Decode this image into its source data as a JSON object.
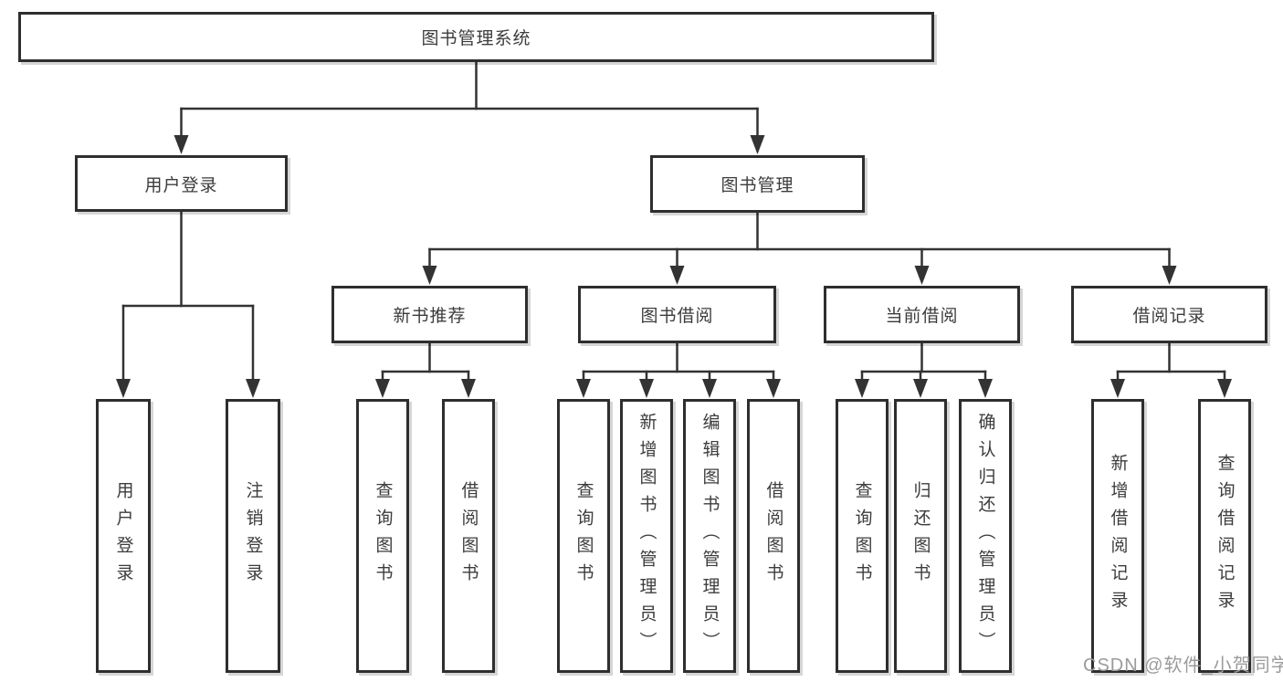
{
  "diagram": {
    "title": "图书管理系统",
    "watermark": "CSDN @软件_小贺同学",
    "colors": {
      "background": "#ffffff",
      "line": "#333333",
      "border": "#2e2e2e",
      "text": "#3c3c3c",
      "watermark": "#9b9b9b"
    },
    "nodes": {
      "root": {
        "label": "图书管理系统"
      },
      "user_login": {
        "label": "用户登录"
      },
      "book_mgmt": {
        "label": "图书管理"
      },
      "new_books": {
        "label": "新书推荐"
      },
      "borrow": {
        "label": "图书借阅"
      },
      "current": {
        "label": "当前借阅"
      },
      "records": {
        "label": "借阅记录"
      },
      "leaf_login": {
        "label": "用户登录"
      },
      "leaf_logout": {
        "label": "注销登录"
      },
      "nb_query": {
        "label": "查询图书"
      },
      "nb_borrow": {
        "label": "借阅图书"
      },
      "b_query": {
        "label": "查询图书"
      },
      "b_add": {
        "label": "新增图书（管理员）"
      },
      "b_edit": {
        "label": "编辑图书（管理员）"
      },
      "b_borrow": {
        "label": "借阅图书"
      },
      "c_query": {
        "label": "查询图书"
      },
      "c_return": {
        "label": "归还图书"
      },
      "c_confirm": {
        "label": "确认归还（管理员）"
      },
      "r_add": {
        "label": "新增借阅记录"
      },
      "r_query": {
        "label": "查询借阅记录"
      }
    },
    "edges": [
      {
        "from": "root",
        "to": [
          "user_login",
          "book_mgmt"
        ]
      },
      {
        "from": "user_login",
        "to": [
          "leaf_login",
          "leaf_logout"
        ]
      },
      {
        "from": "book_mgmt",
        "to": [
          "new_books",
          "borrow",
          "current",
          "records"
        ]
      },
      {
        "from": "new_books",
        "to": [
          "nb_query",
          "nb_borrow"
        ]
      },
      {
        "from": "borrow",
        "to": [
          "b_query",
          "b_add",
          "b_edit",
          "b_borrow"
        ]
      },
      {
        "from": "current",
        "to": [
          "c_query",
          "c_return",
          "c_confirm"
        ]
      },
      {
        "from": "records",
        "to": [
          "r_add",
          "r_query"
        ]
      }
    ]
  }
}
